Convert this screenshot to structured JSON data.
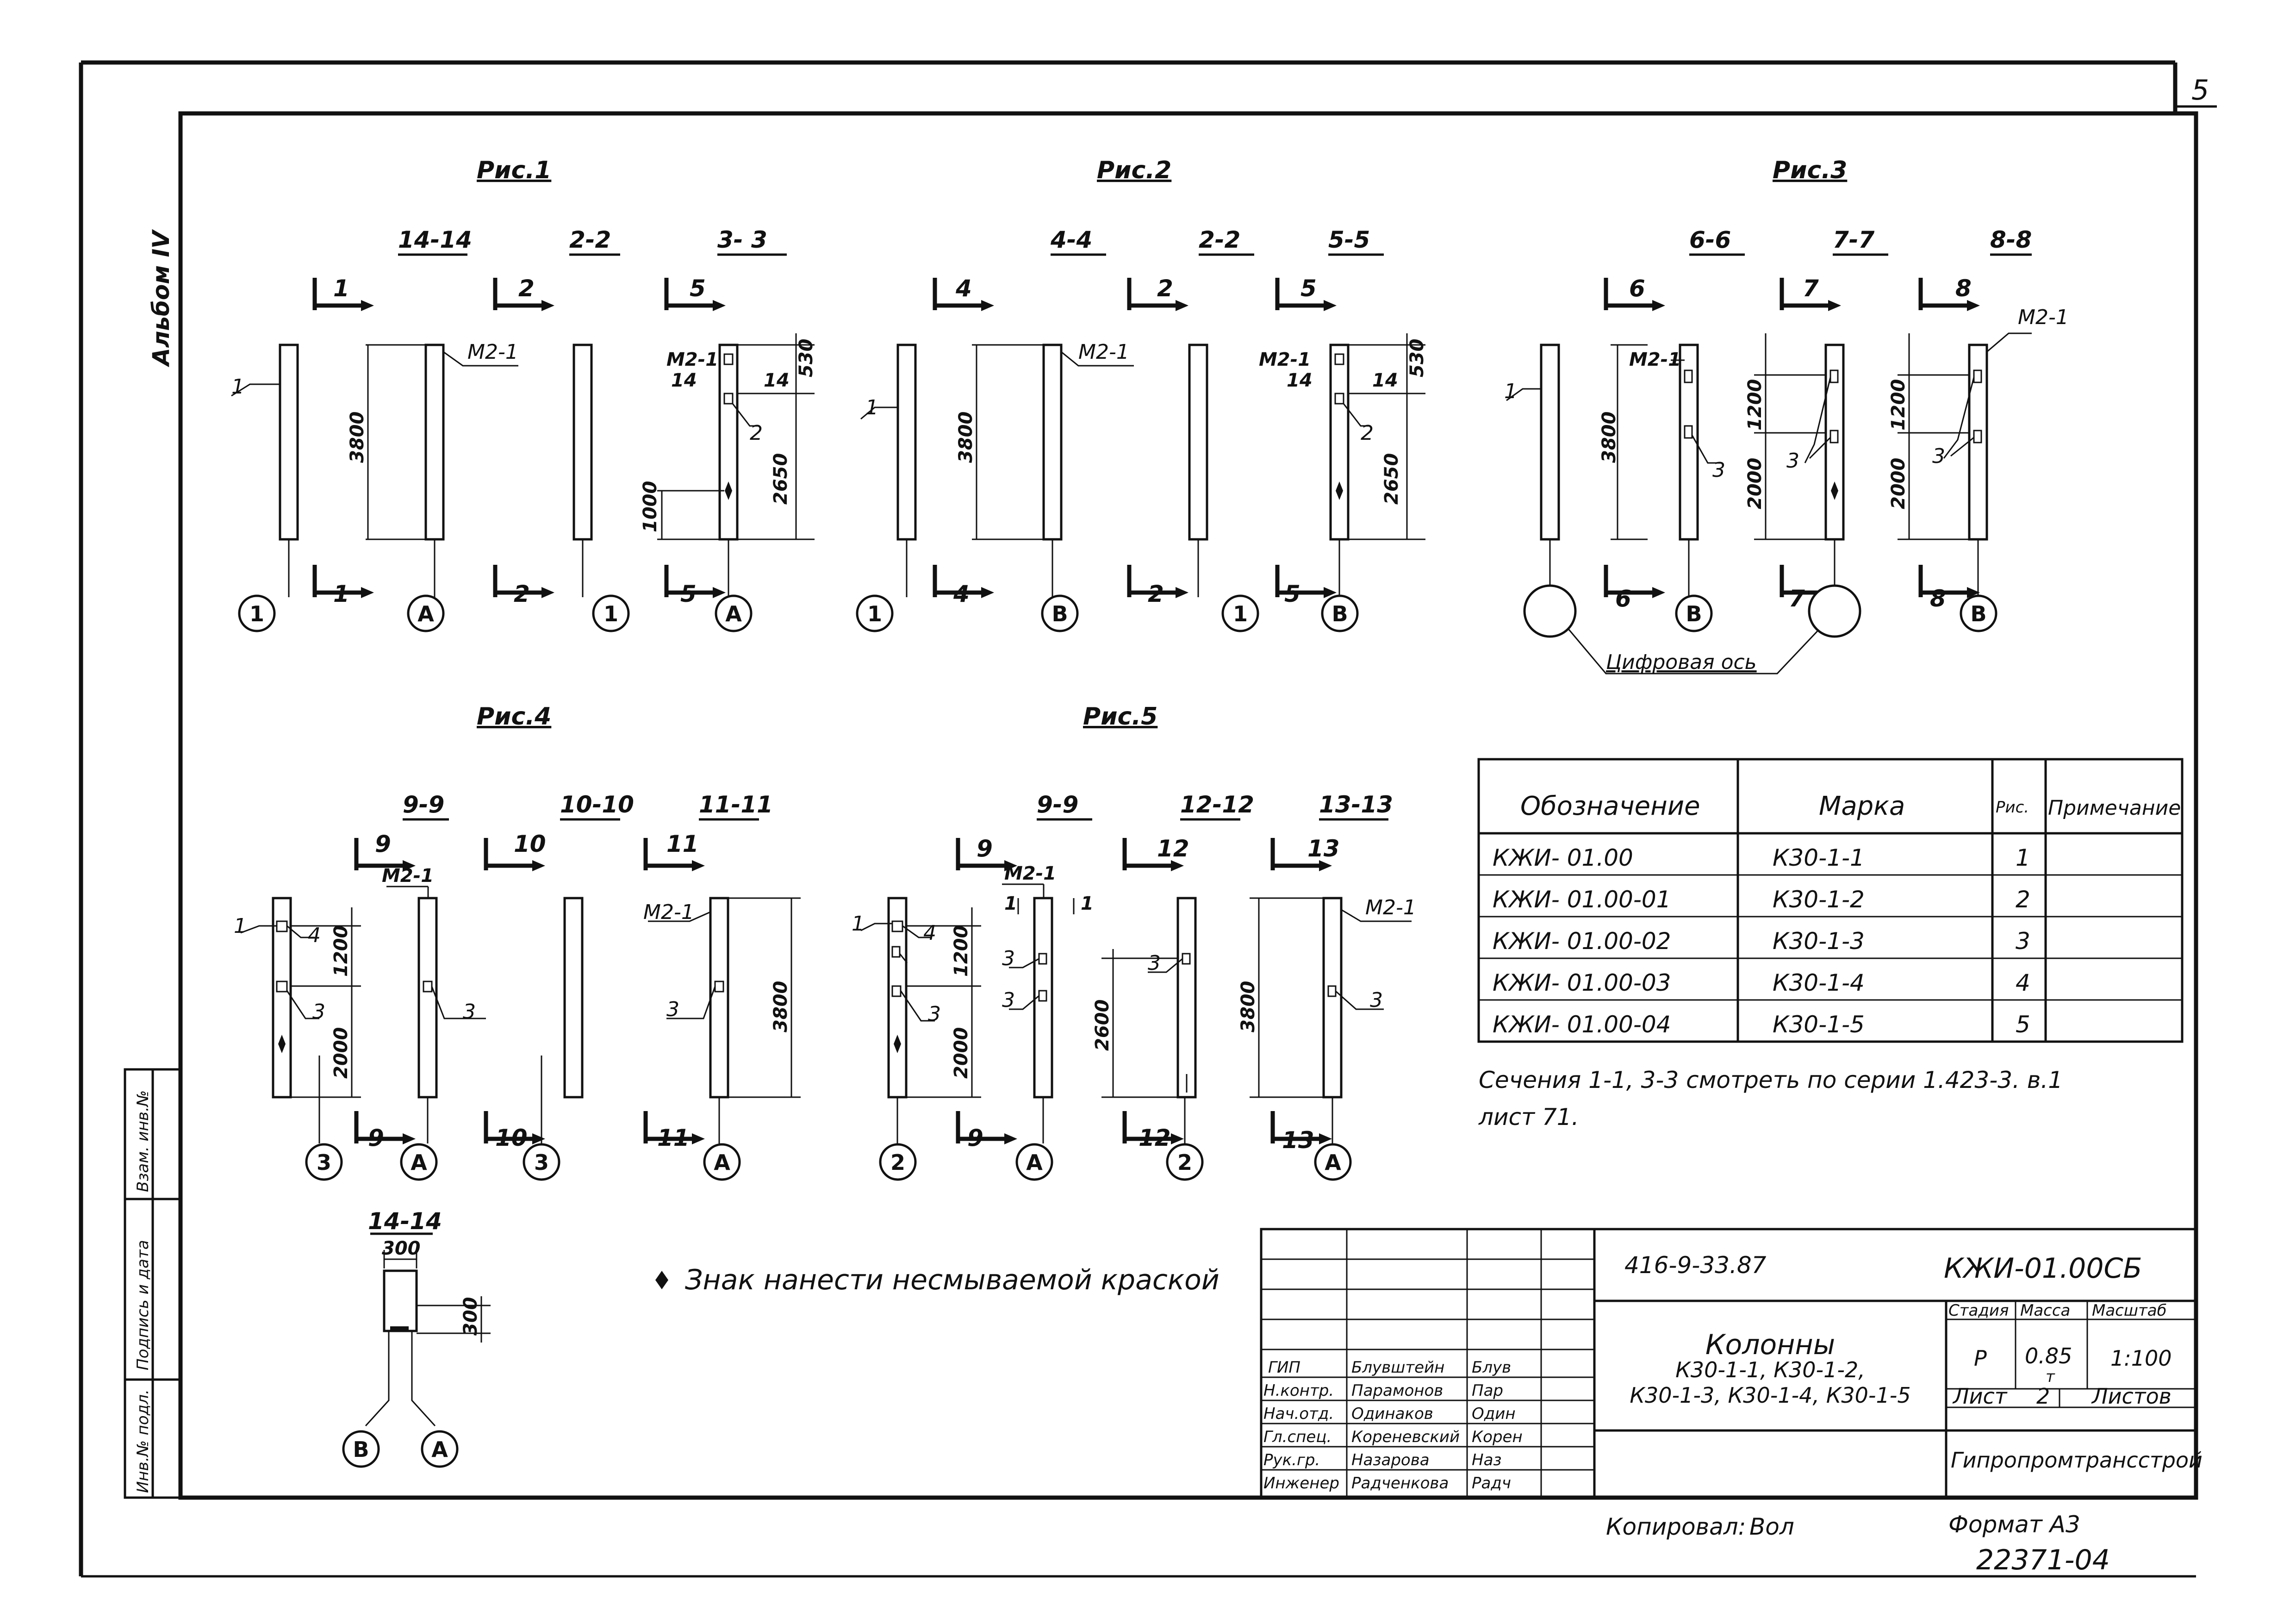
{
  "sheet_number": "5",
  "album": "Альбом IV",
  "figures": {
    "fig1": {
      "title": "Рис.1",
      "sections": [
        "14-14",
        "2-2",
        "3- 3"
      ],
      "cuts": [
        "1",
        "1",
        "2",
        "2",
        "5",
        "5"
      ],
      "labels": [
        "1",
        "М2-1",
        "М2-1",
        "14",
        "14",
        "2"
      ],
      "dims": [
        "3800",
        "530",
        "2650",
        "1000"
      ],
      "axes": [
        "1",
        "А",
        "1",
        "А"
      ]
    },
    "fig2": {
      "title": "Рис.2",
      "sections": [
        "4-4",
        "2-2",
        "5-5"
      ],
      "cuts": [
        "4",
        "4",
        "2",
        "2",
        "5",
        "5"
      ],
      "labels": [
        "1",
        "М2-1",
        "М2-1",
        "14",
        "14",
        "2"
      ],
      "dims": [
        "3800",
        "530",
        "2650"
      ],
      "axes": [
        "1",
        "В",
        "1",
        "В"
      ]
    },
    "fig3": {
      "title": "Рис.3",
      "sections": [
        "6-6",
        "7-7",
        "8-8"
      ],
      "cuts": [
        "6",
        "6",
        "7",
        "7",
        "8",
        "8"
      ],
      "labels": [
        "1",
        "М2-1",
        "3",
        "3",
        "3",
        "М2-1"
      ],
      "dims": [
        "3800",
        "1200",
        "2000",
        "1200",
        "2000"
      ],
      "axes": [
        "В",
        "В"
      ],
      "axis_note": "Цифровая ось"
    },
    "fig4": {
      "title": "Рис.4",
      "sections": [
        "9-9",
        "10-10",
        "11-11"
      ],
      "cuts": [
        "9",
        "9",
        "10",
        "10",
        "11",
        "11"
      ],
      "labels": [
        "1",
        "4",
        "М2-1",
        "3",
        "3",
        "М2-1",
        "3"
      ],
      "dims": [
        "1200",
        "2000",
        "3800"
      ],
      "axes": [
        "3",
        "А",
        "3",
        "А"
      ]
    },
    "fig5": {
      "title": "Рис.5",
      "sections": [
        "9-9",
        "12-12",
        "13-13"
      ],
      "cuts": [
        "9",
        "9",
        "12",
        "12",
        "13",
        "13"
      ],
      "labels": [
        "1",
        "4",
        "3",
        "М2-1",
        "1",
        "1",
        "3",
        "3",
        "3",
        "М2-1",
        "3"
      ],
      "dims": [
        "1200",
        "2000",
        "2600",
        "3800"
      ],
      "axes": [
        "2",
        "А",
        "2",
        "А"
      ]
    },
    "detail": {
      "title": "14-14",
      "dims": [
        "300",
        "300"
      ],
      "axes": [
        "В",
        "А"
      ]
    }
  },
  "legend_note": "Знак нанести несмываемой краской",
  "spec_table": {
    "headers": [
      "Обозначение",
      "Марка",
      "Рис.",
      "Примечание"
    ],
    "rows": [
      [
        "КЖИ- 01.00",
        "К30-1-1",
        "1",
        ""
      ],
      [
        "КЖИ- 01.00-01",
        "К30-1-2",
        "2",
        ""
      ],
      [
        "КЖИ- 01.00-02",
        "К30-1-3",
        "3",
        ""
      ],
      [
        "КЖИ- 01.00-03",
        "К30-1-4",
        "4",
        ""
      ],
      [
        "КЖИ- 01.00-04",
        "К30-1-5",
        "5",
        ""
      ]
    ],
    "note_line1": "Сечения 1-1, 3-3 смотреть по серии 1.423-3. в.1",
    "note_line2": "лист 71."
  },
  "side_stamp": [
    "Инв.№ подл.",
    "Подпись и дата",
    "Взам. инв.№"
  ],
  "title_block": {
    "project_code": "416-9-33.87",
    "doc_code": "КЖИ-01.00СБ",
    "roles": [
      {
        "role": "ГИП",
        "name": "Блувштейн",
        "sign": "Блув"
      },
      {
        "role": "Н.контр.",
        "name": "Парамонов",
        "sign": "Пар"
      },
      {
        "role": "Нач.отд.",
        "name": "Одинаков",
        "sign": "Один"
      },
      {
        "role": "Гл.спец.",
        "name": "Кореневский",
        "sign": "Корен"
      },
      {
        "role": "Рук.гр.",
        "name": "Назарова",
        "sign": "Наз"
      },
      {
        "role": "Инженер",
        "name": "Радченкова",
        "sign": "Радч"
      }
    ],
    "name_line1": "Колонны",
    "name_line2": "К30-1-1, К30-1-2,",
    "name_line3": "К30-1-3, К30-1-4, К30-1-5",
    "stage_label": "Стадия",
    "mass_label": "Масса",
    "scale_label": "Масштаб",
    "stage": "Р",
    "mass": "0.85",
    "mass_unit": "т",
    "scale": "1:100",
    "sheet_label": "Лист",
    "sheet_value": "2",
    "sheets_label": "Листов",
    "organization": "Гипропромтрансстрой"
  },
  "copied_by_label": "Копировал:",
  "copied_by_sign": "Вол",
  "format_label": "Формат А3",
  "archive_no": "22371-04"
}
